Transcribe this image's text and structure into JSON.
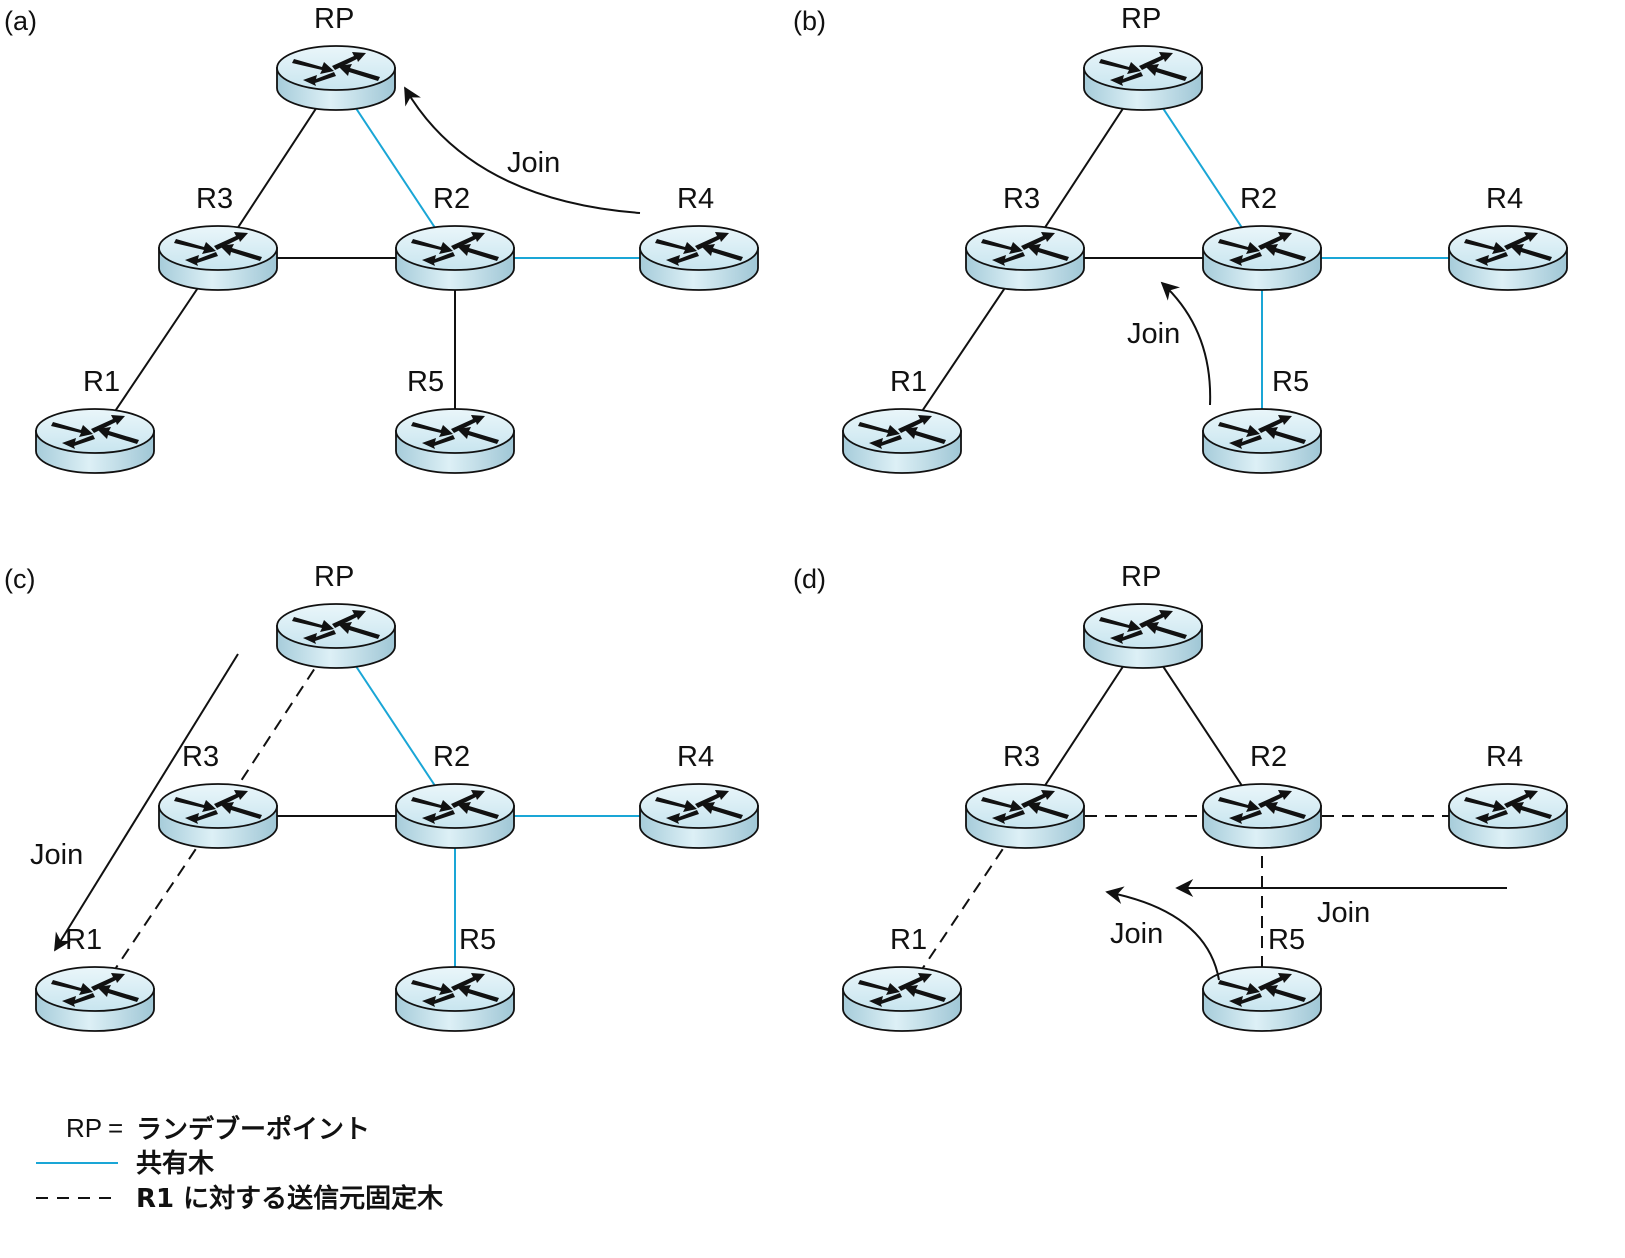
{
  "colors": {
    "shared_tree": "#1aa6d6",
    "link": "#111111",
    "router_top": "#d9eef5",
    "router_side": "#a9d0de"
  },
  "panels": [
    {
      "id": "a",
      "label": "(a)",
      "routers": [
        "RP",
        "R3",
        "R2",
        "R4",
        "R1",
        "R5"
      ],
      "links": [
        {
          "from": "RP",
          "to": "R3",
          "style": "solid"
        },
        {
          "from": "RP",
          "to": "R2",
          "style": "shared"
        },
        {
          "from": "R3",
          "to": "R2",
          "style": "solid"
        },
        {
          "from": "R2",
          "to": "R4",
          "style": "shared"
        },
        {
          "from": "R3",
          "to": "R1",
          "style": "solid"
        },
        {
          "from": "R2",
          "to": "R5",
          "style": "solid"
        }
      ],
      "joins": [
        {
          "label": "Join",
          "from": "R4",
          "to": "RP"
        }
      ]
    },
    {
      "id": "b",
      "label": "(b)",
      "routers": [
        "RP",
        "R3",
        "R2",
        "R4",
        "R1",
        "R5"
      ],
      "links": [
        {
          "from": "RP",
          "to": "R3",
          "style": "solid"
        },
        {
          "from": "RP",
          "to": "R2",
          "style": "shared"
        },
        {
          "from": "R3",
          "to": "R2",
          "style": "solid"
        },
        {
          "from": "R2",
          "to": "R4",
          "style": "shared"
        },
        {
          "from": "R3",
          "to": "R1",
          "style": "solid"
        },
        {
          "from": "R2",
          "to": "R5",
          "style": "shared"
        }
      ],
      "joins": [
        {
          "label": "Join",
          "from": "R5",
          "to": "R2"
        }
      ]
    },
    {
      "id": "c",
      "label": "(c)",
      "routers": [
        "RP",
        "R3",
        "R2",
        "R4",
        "R1",
        "R5"
      ],
      "links": [
        {
          "from": "RP",
          "to": "R3",
          "style": "dashed"
        },
        {
          "from": "RP",
          "to": "R2",
          "style": "shared"
        },
        {
          "from": "R3",
          "to": "R2",
          "style": "solid"
        },
        {
          "from": "R2",
          "to": "R4",
          "style": "shared"
        },
        {
          "from": "R3",
          "to": "R1",
          "style": "dashed"
        },
        {
          "from": "R2",
          "to": "R5",
          "style": "shared"
        }
      ],
      "joins": [
        {
          "label": "Join",
          "from": "RP",
          "to": "R1"
        }
      ]
    },
    {
      "id": "d",
      "label": "(d)",
      "routers": [
        "RP",
        "R3",
        "R2",
        "R4",
        "R1",
        "R5"
      ],
      "links": [
        {
          "from": "RP",
          "to": "R3",
          "style": "solid"
        },
        {
          "from": "RP",
          "to": "R2",
          "style": "solid"
        },
        {
          "from": "R3",
          "to": "R2",
          "style": "dashed"
        },
        {
          "from": "R2",
          "to": "R4",
          "style": "dashed"
        },
        {
          "from": "R3",
          "to": "R1",
          "style": "dashed"
        },
        {
          "from": "R2",
          "to": "R5",
          "style": "dashed"
        }
      ],
      "joins": [
        {
          "label": "Join",
          "from": "R4",
          "to": "R2"
        },
        {
          "label": "Join",
          "from": "R5",
          "to": "R3"
        }
      ]
    }
  ],
  "legend": {
    "rp_key": "RP",
    "rp_eq": "=",
    "rp_desc": "ランデブーポイント",
    "shared_desc": "共有木",
    "source_desc": "R1 に対する送信元固定木"
  }
}
